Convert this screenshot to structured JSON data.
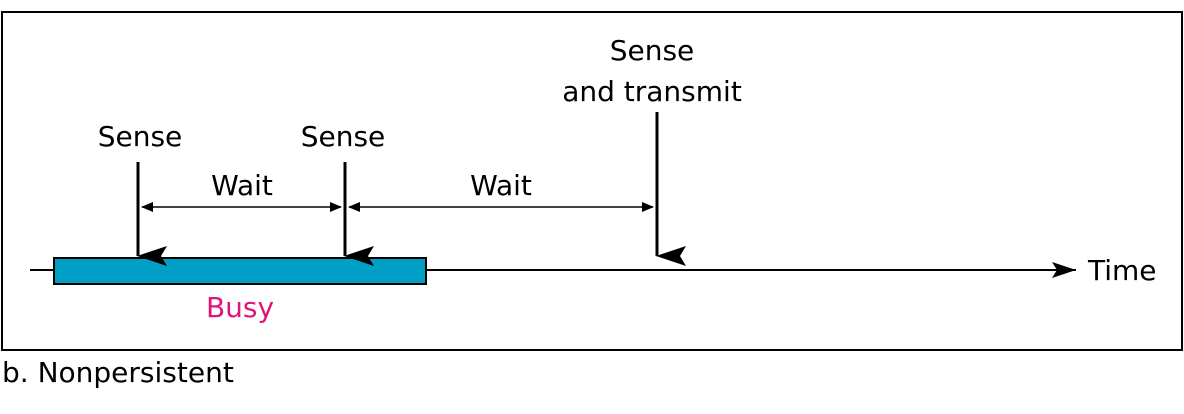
{
  "labels": {
    "sense_1": "Sense",
    "sense_2": "Sense",
    "sense_transmit_line1": "Sense",
    "sense_transmit_line2": "and transmit",
    "wait_1": "Wait",
    "wait_2": "Wait",
    "busy": "Busy",
    "time": "Time"
  },
  "caption": "b. Nonpersistent",
  "colors": {
    "busy_bar": "#00a0c6",
    "busy_label": "#e0157a",
    "line": "#000000"
  }
}
